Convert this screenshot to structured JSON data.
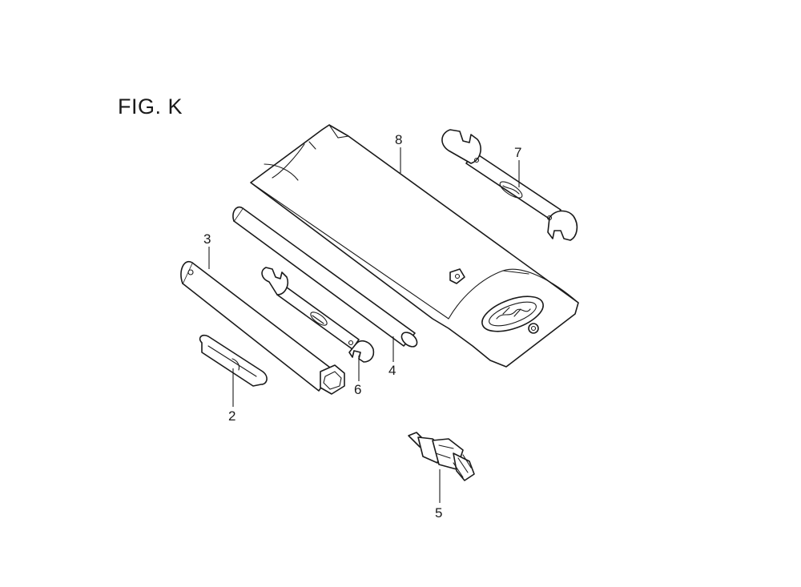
{
  "figure": {
    "title": "FIG. K"
  },
  "callouts": [
    {
      "id": "2",
      "label": "2"
    },
    {
      "id": "3",
      "label": "3"
    },
    {
      "id": "4",
      "label": "4"
    },
    {
      "id": "5",
      "label": "5"
    },
    {
      "id": "6",
      "label": "6"
    },
    {
      "id": "7",
      "label": "7"
    },
    {
      "id": "8",
      "label": "8"
    }
  ]
}
